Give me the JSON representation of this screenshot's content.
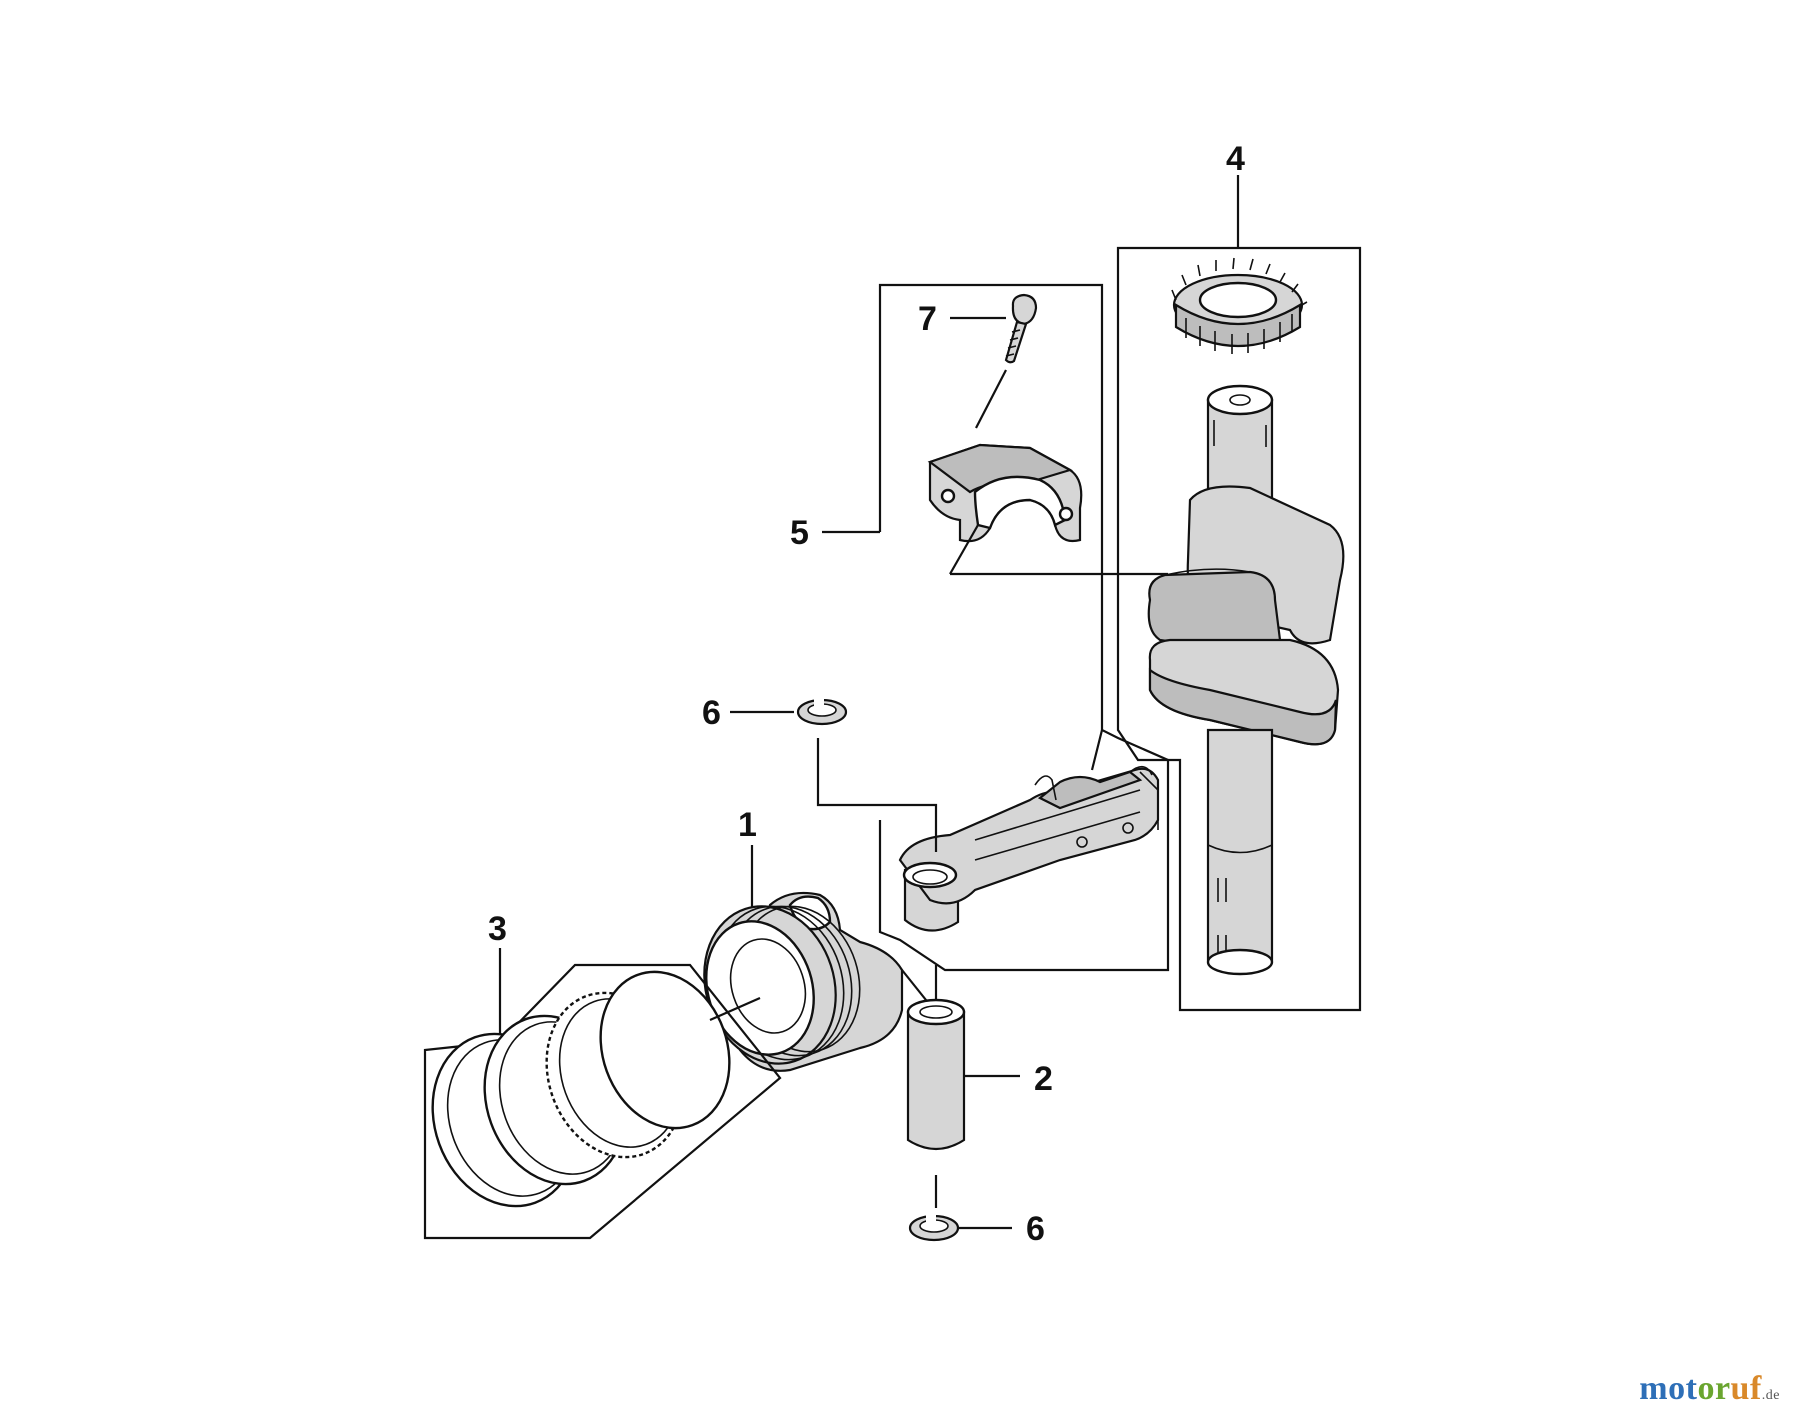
{
  "callouts": {
    "piston": "1",
    "piston_pin": "2",
    "piston_rings": "3",
    "crankshaft": "4",
    "connecting_rod": "5",
    "clip_upper": "6",
    "clip_lower": "6",
    "bolt": "7"
  },
  "watermark": {
    "part1": "mot",
    "part2": "or",
    "part3": "uf",
    "domain": ".de"
  }
}
